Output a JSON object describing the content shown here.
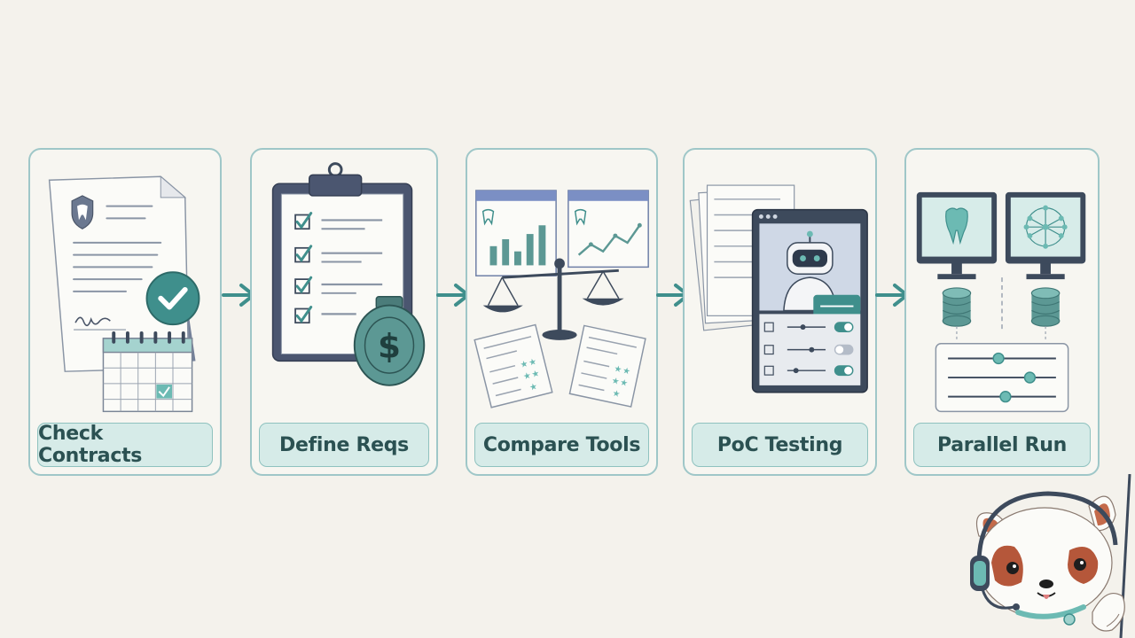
{
  "steps": [
    {
      "label": "Check Contracts"
    },
    {
      "label": "Define Reqs"
    },
    {
      "label": "Compare Tools"
    },
    {
      "label": "PoC Testing"
    },
    {
      "label": "Parallel Run"
    }
  ],
  "colors": {
    "teal": "#3f8f8c",
    "teal_light": "#d6ebe8",
    "border": "#9fc7c8",
    "ink": "#2b5152",
    "slate": "#3d4a5c"
  }
}
